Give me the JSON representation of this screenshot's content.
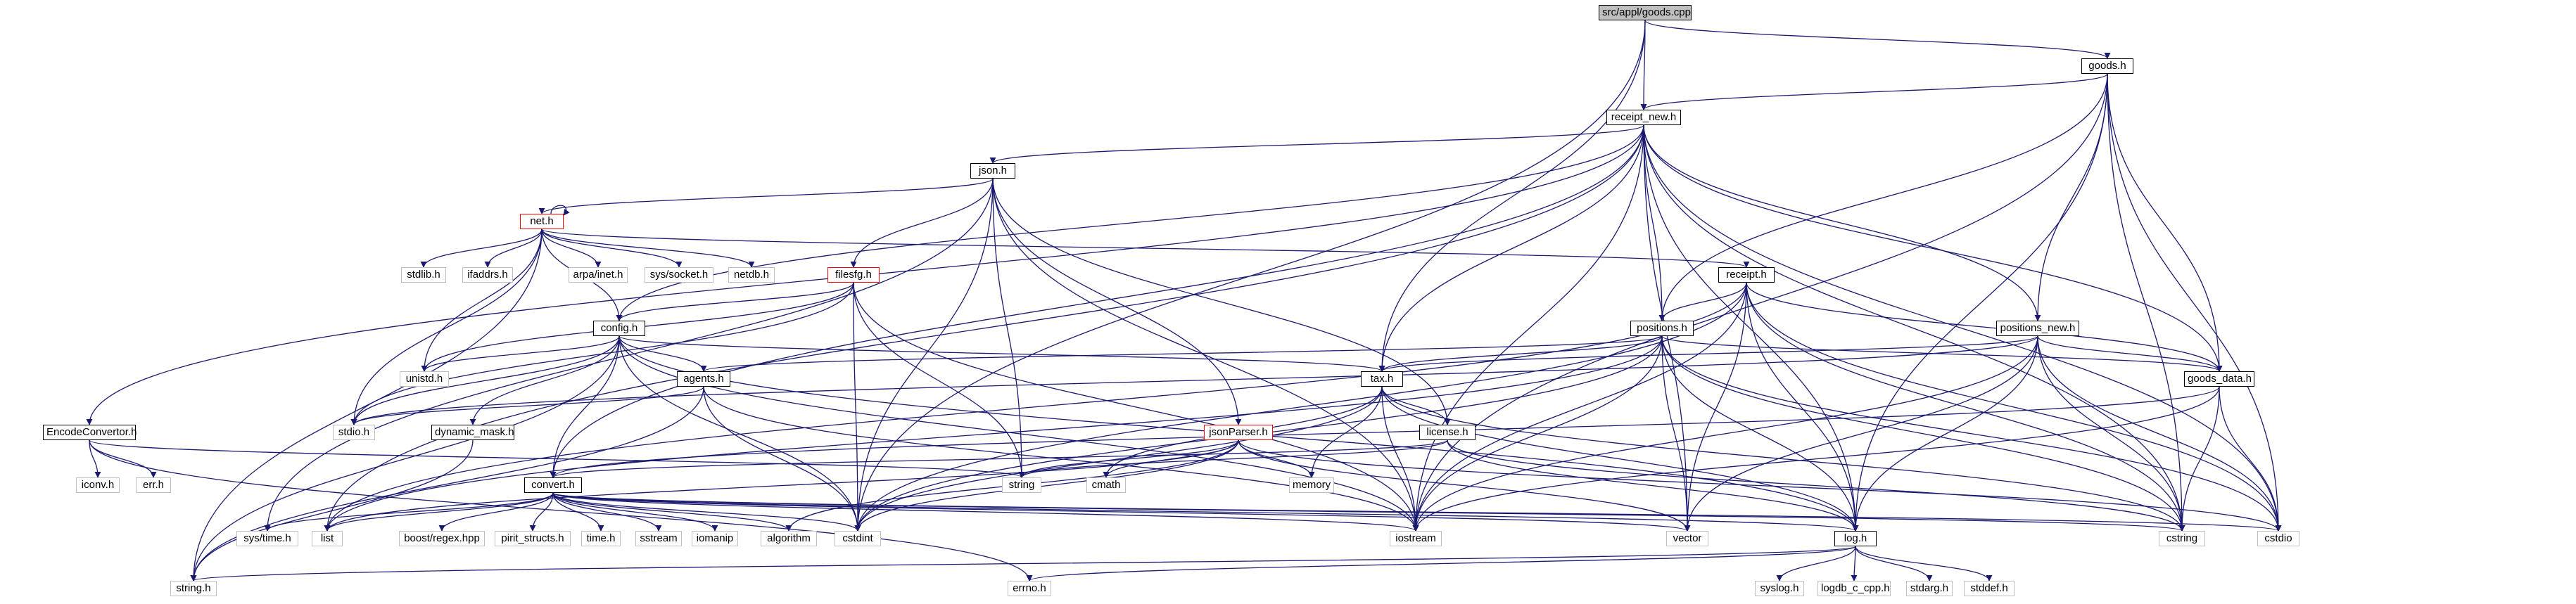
{
  "graph": {
    "nodes": {
      "root": "src/appl/goods.cpp",
      "goods_h": "goods.h",
      "receipt_new_h": "receipt_new.h",
      "json_h": "json.h",
      "net_h": "net.h",
      "filesfg_h": "filesfg.h",
      "receipt_h": "receipt.h",
      "positions_h": "positions.h",
      "positions_new_h": "positions_new.h",
      "config_h": "config.h",
      "goods_data_h": "goods_data.h",
      "tax_h": "tax.h",
      "agents_h": "agents.h",
      "license_h": "license.h",
      "jsonparser_h": "jsonParser.h",
      "encodeconvertor_h": "EncodeConvertor.h",
      "dynamic_mask_h": "dynamic_mask.h",
      "convert_h": "convert.h",
      "log_h": "log.h",
      "stdlib_h": "stdlib.h",
      "ifaddrs_h": "ifaddrs.h",
      "arpa_inet_h": "arpa/inet.h",
      "sys_socket_h": "sys/socket.h",
      "netdb_h": "netdb.h",
      "unistd_h": "unistd.h",
      "stdio_h": "stdio.h",
      "iconv_h": "iconv.h",
      "err_h": "err.h",
      "string": "string",
      "memory": "memory",
      "cmath": "cmath",
      "sys_time_h": "sys/time.h",
      "list": "list",
      "boost_regex_hpp": "boost/regex.hpp",
      "pirit_structs_h": "pirit_structs.h",
      "time_h": "time.h",
      "sstream": "sstream",
      "iomanip": "iomanip",
      "algorithm": "algorithm",
      "cstdint": "cstdint",
      "iostream": "iostream",
      "vector": "vector",
      "cstring": "cstring",
      "cstdio": "cstdio",
      "string_h": "string.h",
      "errno_h": "errno.h",
      "syslog_h": "syslog.h",
      "logdb_c_cpp_h": "logdb_c_cpp.h",
      "stdarg_h": "stdarg.h",
      "stddef_h": "stddef.h"
    },
    "edges": [
      [
        "root",
        "goods_h"
      ],
      [
        "root",
        "receipt_new_h"
      ],
      [
        "root",
        "tax_h"
      ],
      [
        "root",
        "cstdint"
      ],
      [
        "goods_h",
        "receipt_new_h"
      ],
      [
        "goods_h",
        "positions_h"
      ],
      [
        "goods_h",
        "positions_new_h"
      ],
      [
        "goods_h",
        "goods_data_h"
      ],
      [
        "goods_h",
        "log_h"
      ],
      [
        "goods_h",
        "cstring"
      ],
      [
        "goods_h",
        "cstdio"
      ],
      [
        "goods_h",
        "iostream"
      ],
      [
        "receipt_new_h",
        "json_h"
      ],
      [
        "receipt_new_h",
        "positions_h"
      ],
      [
        "receipt_new_h",
        "positions_new_h"
      ],
      [
        "receipt_new_h",
        "goods_data_h"
      ],
      [
        "receipt_new_h",
        "config_h"
      ],
      [
        "receipt_new_h",
        "convert_h"
      ],
      [
        "receipt_new_h",
        "tax_h"
      ],
      [
        "receipt_new_h",
        "encodeconvertor_h"
      ],
      [
        "receipt_new_h",
        "list"
      ],
      [
        "receipt_new_h",
        "iostream"
      ],
      [
        "receipt_new_h",
        "vector"
      ],
      [
        "receipt_new_h",
        "cstring"
      ],
      [
        "receipt_new_h",
        "cstdio"
      ],
      [
        "receipt_new_h",
        "log_h"
      ],
      [
        "json_h",
        "net_h"
      ],
      [
        "json_h",
        "filesfg_h"
      ],
      [
        "json_h",
        "jsonparser_h"
      ],
      [
        "json_h",
        "license_h"
      ],
      [
        "json_h",
        "string"
      ],
      [
        "json_h",
        "iostream"
      ],
      [
        "json_h",
        "cstdint"
      ],
      [
        "json_h",
        "sys_time_h"
      ],
      [
        "net_h",
        "stdlib_h"
      ],
      [
        "net_h",
        "ifaddrs_h"
      ],
      [
        "net_h",
        "arpa_inet_h"
      ],
      [
        "net_h",
        "sys_socket_h"
      ],
      [
        "net_h",
        "netdb_h"
      ],
      [
        "net_h",
        "unistd_h"
      ],
      [
        "net_h",
        "stdio_h"
      ],
      [
        "net_h",
        "config_h"
      ],
      [
        "net_h",
        "string_h"
      ],
      [
        "net_h",
        "receipt_h"
      ],
      [
        "net_h",
        "net_h"
      ],
      [
        "filesfg_h",
        "config_h"
      ],
      [
        "filesfg_h",
        "string"
      ],
      [
        "filesfg_h",
        "cstdint"
      ],
      [
        "filesfg_h",
        "iostream"
      ],
      [
        "filesfg_h",
        "unistd_h"
      ],
      [
        "filesfg_h",
        "stdio_h"
      ],
      [
        "receipt_h",
        "positions_h"
      ],
      [
        "receipt_h",
        "goods_data_h"
      ],
      [
        "receipt_h",
        "log_h"
      ],
      [
        "receipt_h",
        "vector"
      ],
      [
        "receipt_h",
        "iostream"
      ],
      [
        "receipt_h",
        "cstdint"
      ],
      [
        "receipt_h",
        "list"
      ],
      [
        "receipt_h",
        "cstring"
      ],
      [
        "receipt_h",
        "cstdio"
      ],
      [
        "positions_h",
        "tax_h"
      ],
      [
        "positions_h",
        "agents_h"
      ],
      [
        "positions_h",
        "goods_data_h"
      ],
      [
        "positions_h",
        "log_h"
      ],
      [
        "positions_h",
        "vector"
      ],
      [
        "positions_h",
        "iostream"
      ],
      [
        "positions_h",
        "cstdint"
      ],
      [
        "positions_h",
        "cstring"
      ],
      [
        "positions_h",
        "cstdio"
      ],
      [
        "positions_h",
        "list"
      ],
      [
        "positions_new_h",
        "tax_h"
      ],
      [
        "positions_new_h",
        "goods_data_h"
      ],
      [
        "positions_new_h",
        "log_h"
      ],
      [
        "positions_new_h",
        "vector"
      ],
      [
        "positions_new_h",
        "iostream"
      ],
      [
        "positions_new_h",
        "cstring"
      ],
      [
        "positions_new_h",
        "cstdio"
      ],
      [
        "positions_new_h",
        "stdio_h"
      ],
      [
        "config_h",
        "agents_h"
      ],
      [
        "config_h",
        "dynamic_mask_h"
      ],
      [
        "config_h",
        "convert_h"
      ],
      [
        "config_h",
        "tax_h"
      ],
      [
        "config_h",
        "unistd_h"
      ],
      [
        "config_h",
        "stdio_h"
      ],
      [
        "config_h",
        "cstdint"
      ],
      [
        "config_h",
        "iostream"
      ],
      [
        "config_h",
        "string_h"
      ],
      [
        "config_h",
        "log_h"
      ],
      [
        "goods_data_h",
        "cstring"
      ],
      [
        "goods_data_h",
        "cstdio"
      ],
      [
        "goods_data_h",
        "iostream"
      ],
      [
        "goods_data_h",
        "convert_h"
      ],
      [
        "tax_h",
        "license_h"
      ],
      [
        "tax_h",
        "memory"
      ],
      [
        "tax_h",
        "cmath"
      ],
      [
        "tax_h",
        "iostream"
      ],
      [
        "tax_h",
        "cstdint"
      ],
      [
        "tax_h",
        "cstring"
      ],
      [
        "tax_h",
        "log_h"
      ],
      [
        "agents_h",
        "stdio_h"
      ],
      [
        "agents_h",
        "string_h"
      ],
      [
        "agents_h",
        "cstdint"
      ],
      [
        "agents_h",
        "iostream"
      ],
      [
        "license_h",
        "convert_h"
      ],
      [
        "license_h",
        "log_h"
      ],
      [
        "license_h",
        "string"
      ],
      [
        "license_h",
        "cstring"
      ],
      [
        "jsonparser_h",
        "string"
      ],
      [
        "jsonparser_h",
        "memory"
      ],
      [
        "jsonparser_h",
        "cmath"
      ],
      [
        "jsonparser_h",
        "vector"
      ],
      [
        "jsonparser_h",
        "cstdint"
      ],
      [
        "jsonparser_h",
        "algorithm"
      ],
      [
        "jsonparser_h",
        "list"
      ],
      [
        "jsonparser_h",
        "cstdio"
      ],
      [
        "encodeconvertor_h",
        "iconv_h"
      ],
      [
        "encodeconvertor_h",
        "err_h"
      ],
      [
        "encodeconvertor_h",
        "string"
      ],
      [
        "encodeconvertor_h",
        "errno_h"
      ],
      [
        "dynamic_mask_h",
        "string_h"
      ],
      [
        "convert_h",
        "sys_time_h"
      ],
      [
        "convert_h",
        "list"
      ],
      [
        "convert_h",
        "boost_regex_hpp"
      ],
      [
        "convert_h",
        "pirit_structs_h"
      ],
      [
        "convert_h",
        "time_h"
      ],
      [
        "convert_h",
        "sstream"
      ],
      [
        "convert_h",
        "iomanip"
      ],
      [
        "convert_h",
        "algorithm"
      ],
      [
        "convert_h",
        "cstdint"
      ],
      [
        "convert_h",
        "iostream"
      ],
      [
        "convert_h",
        "vector"
      ],
      [
        "convert_h",
        "cstring"
      ],
      [
        "convert_h",
        "cstdio"
      ],
      [
        "convert_h",
        "log_h"
      ],
      [
        "log_h",
        "string_h"
      ],
      [
        "log_h",
        "errno_h"
      ],
      [
        "log_h",
        "syslog_h"
      ],
      [
        "log_h",
        "logdb_c_cpp_h"
      ],
      [
        "log_h",
        "stdarg_h"
      ],
      [
        "log_h",
        "stddef_h"
      ]
    ]
  }
}
